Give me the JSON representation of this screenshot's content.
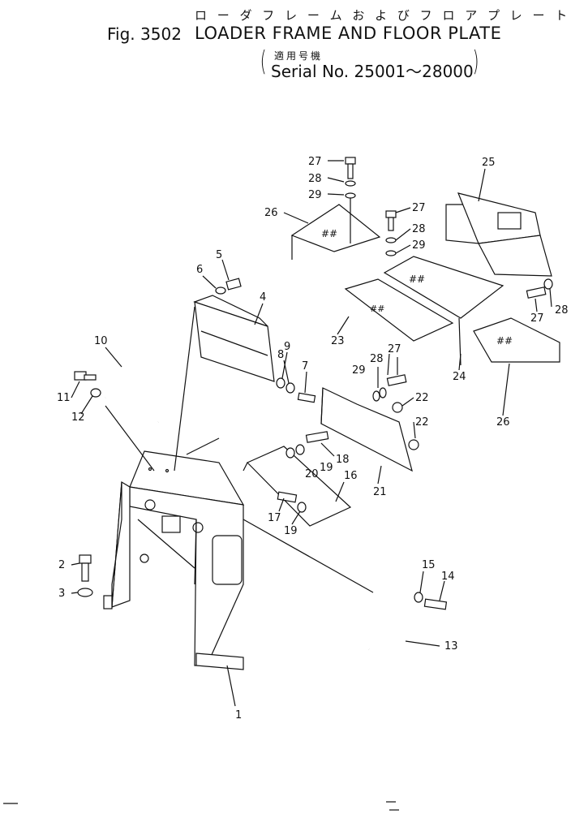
{
  "header": {
    "jp_title": "ロ ー ダ フ レ ー ム お よ び フ ロ ア プ レ ー ト",
    "fig_label": "Fig. 3502",
    "en_title": "LOADER FRAME AND FLOOR PLATE",
    "serial_jp": "適用号機",
    "serial": "Serial No. 25001～28000"
  },
  "callouts": [
    "1",
    "2",
    "3",
    "4",
    "5",
    "6",
    "7",
    "8",
    "9",
    "10",
    "11",
    "12",
    "13",
    "14",
    "15",
    "16",
    "17",
    "18",
    "19",
    "19",
    "20",
    "21",
    "22",
    "22",
    "23",
    "24",
    "25",
    "26",
    "26",
    "27",
    "27",
    "27",
    "27",
    "28",
    "28",
    "28",
    "28",
    "29",
    "29",
    "29"
  ]
}
